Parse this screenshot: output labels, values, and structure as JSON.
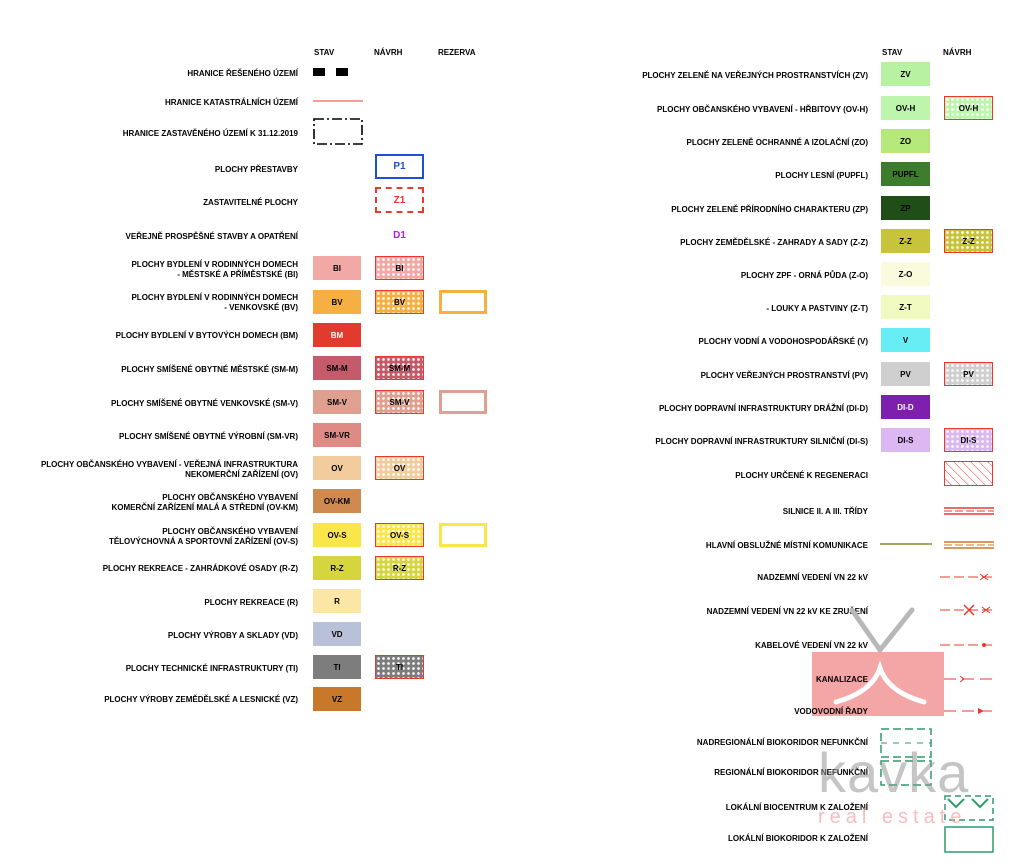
{
  "headers": {
    "left": {
      "stav": "STAV",
      "navrh": "NÁVRH",
      "rezerva": "REZERVA"
    },
    "right": {
      "stav": "STAV",
      "navrh": "NÁVRH"
    }
  },
  "colors": {
    "BI": "#f2a9a6",
    "BV": "#f5b041",
    "BM": "#e23b2e",
    "SM-M": "#c45a6a",
    "SM-V": "#dfa08f",
    "SM-VR": "#e08a86",
    "OV": "#f2cc9c",
    "OV-KM": "#cf8a52",
    "OV-S": "#fbe64a",
    "R-Z": "#d6d53e",
    "R": "#fbe6a6",
    "VD": "#b9c1d8",
    "TI": "#7d7d7d",
    "VZ": "#c9782a",
    "ZV": "#b6f2a2",
    "OV-H": "#bdf5ad",
    "ZO": "#b4e87a",
    "PUPFL": "#3d7c2a",
    "ZP": "#1f4e16",
    "Z-Z": "#c7c43c",
    "Z-O": "#f9fbdc",
    "Z-T": "#f0fac0",
    "V": "#67eef5",
    "PV": "#cfcfcf",
    "DI-D": "#7f1fae",
    "DI-S": "#dcb8f2",
    "red": "#e8392e",
    "green": "#2f9a6a"
  },
  "left_rows": [
    {
      "label": [
        "HRANICE ŘEŠENÉHO ÚZEMÍ"
      ]
    },
    {
      "label": [
        "HRANICE KATASTRÁLNÍCH ÚZEMÍ"
      ]
    },
    {
      "label": [
        "HRANICE ZASTAVĚNÉHO ÚZEMÍ K 31.12.2019"
      ]
    },
    {
      "label": [
        "PLOCHY PŘESTAVBY"
      ],
      "navrh": "P1"
    },
    {
      "label": [
        "ZASTAVITELNÉ PLOCHY"
      ],
      "navrh": "Z1"
    },
    {
      "label": [
        "VEŘEJNĚ PROSPĚŠNÉ STAVBY A OPATŘENÍ"
      ],
      "navrh": "D1"
    },
    {
      "label": [
        "PLOCHY BYDLENÍ V RODINNÝCH DOMECH",
        "- MĚSTSKÉ A PŘÍMĚSTSKÉ (BI)"
      ],
      "stav": "BI",
      "navrh": "BI"
    },
    {
      "label": [
        "PLOCHY BYDLENÍ V RODINNÝCH DOMECH",
        "- VENKOVSKÉ (BV)"
      ],
      "stav": "BV",
      "navrh": "BV"
    },
    {
      "label": [
        "PLOCHY BYDLENÍ V BYTOVÝCH DOMECH (BM)"
      ],
      "stav": "BM"
    },
    {
      "label": [
        "PLOCHY SMÍŠENÉ OBYTNÉ MĚSTSKÉ (SM-M)"
      ],
      "stav": "SM-M",
      "navrh": "SM-M"
    },
    {
      "label": [
        "PLOCHY SMÍŠENÉ OBYTNÉ VENKOVSKÉ (SM-V)"
      ],
      "stav": "SM-V",
      "navrh": "SM-V"
    },
    {
      "label": [
        "PLOCHY SMÍŠENÉ OBYTNÉ VÝROBNÍ (SM-VR)"
      ],
      "stav": "SM-VR"
    },
    {
      "label": [
        "PLOCHY OBČANSKÉHO VYBAVENÍ - VEŘEJNÁ INFRASTRUKTURA",
        "NEKOMERČNÍ ZAŘÍZENÍ (OV)"
      ],
      "stav": "OV",
      "navrh": "OV"
    },
    {
      "label": [
        "PLOCHY OBČANSKÉHO VYBAVENÍ",
        "KOMERČNÍ ZAŘÍZENÍ MALÁ A STŘEDNÍ (OV-KM)"
      ],
      "stav": "OV-KM"
    },
    {
      "label": [
        "PLOCHY OBČANSKÉHO VYBAVENÍ",
        "TĚLOVÝCHOVNÁ A SPORTOVNÍ ZAŘÍZENÍ (OV-S)"
      ],
      "stav": "OV-S",
      "navrh": "OV-S"
    },
    {
      "label": [
        "PLOCHY REKREACE - ZAHRÁDKOVÉ OSADY (R-Z)"
      ],
      "stav": "R-Z",
      "navrh": "R-Z"
    },
    {
      "label": [
        "PLOCHY REKREACE (R)"
      ],
      "stav": "R"
    },
    {
      "label": [
        "PLOCHY VÝROBY A SKLADY (VD)"
      ],
      "stav": "VD"
    },
    {
      "label": [
        "PLOCHY TECHNICKÉ INFRASTRUKTURY (TI)"
      ],
      "stav": "TI",
      "navrh": "TI"
    },
    {
      "label": [
        "PLOCHY VÝROBY ZEMĚDĚLSKÉ A LESNICKÉ (VZ)"
      ],
      "stav": "VZ"
    }
  ],
  "right_rows": [
    {
      "label": "PLOCHY ZELENĚ NA VEŘEJNÝCH PROSTRANSTVÍCH (ZV)",
      "stav": "ZV"
    },
    {
      "label": "PLOCHY OBČANSKÉHO VYBAVENÍ -  HŘBITOVY (OV-H)",
      "stav": "OV-H",
      "navrh": "OV-H"
    },
    {
      "label": "PLOCHY ZELENĚ OCHRANNÉ A IZOLAČNÍ (ZO)",
      "stav": "ZO"
    },
    {
      "label": "PLOCHY LESNÍ (PUPFL)",
      "stav": "PUPFL"
    },
    {
      "label": "PLOCHY ZELENĚ PŘÍRODNÍHO CHARAKTERU (ZP)",
      "stav": "ZP"
    },
    {
      "label": "PLOCHY ZEMĚDĚLSKÉ - ZAHRADY A SADY (Z-Z)",
      "stav": "Z-Z",
      "navrh": "Z-Z"
    },
    {
      "label": "PLOCHY ZPF - ORNÁ PŮDA (Z-O)",
      "stav": "Z-O"
    },
    {
      "label": "- LOUKY A PASTVINY (Z-T)",
      "stav": "Z-T"
    },
    {
      "label": "PLOCHY VODNÍ A VODOHOSPODÁŘSKÉ (V)",
      "stav": "V"
    },
    {
      "label": "PLOCHY VEŘEJNÝCH PROSTRANSTVÍ (PV)",
      "stav": "PV",
      "navrh": "PV"
    },
    {
      "label": "PLOCHY DOPRAVNÍ INFRASTRUKTURY DRÁŽNÍ (DI-D)",
      "stav": "DI-D"
    },
    {
      "label": "PLOCHY DOPRAVNÍ INFRASTRUKTURY SILNIČNÍ (DI-S)",
      "stav": "DI-S",
      "navrh": "DI-S"
    },
    {
      "label": "PLOCHY URČENÉ K REGENERACI"
    },
    {
      "label": "SILNICE II. A III. TŘÍDY"
    },
    {
      "label": "HLAVNÍ OBSLUŽNÉ MÍSTNÍ KOMUNIKACE"
    },
    {
      "label": "NADZEMNÍ VEDENÍ VN 22 kV"
    },
    {
      "label": "NADZEMNÍ VEDENÍ VN 22 kV KE ZRUŠENÍ"
    },
    {
      "label": "KABELOVÉ VEDENÍ VN 22 kV"
    },
    {
      "label": "KANALIZACE"
    },
    {
      "label": "VODOVODNÍ ŘADY"
    },
    {
      "label": "NADREGIONÁLNÍ BIOKORIDOR NEFUNKČNÍ"
    },
    {
      "label": "REGIONÁLNÍ BIOKORIDOR NEFUNKČNÍ"
    },
    {
      "label": "LOKÁLNÍ BIOCENTRUM K ZALOŽENÍ"
    },
    {
      "label": "LOKÁLNÍ BIOKORIDOR K ZALOŽENÍ"
    }
  ],
  "watermark": {
    "brand": "kavka",
    "tagline": "real estate"
  }
}
